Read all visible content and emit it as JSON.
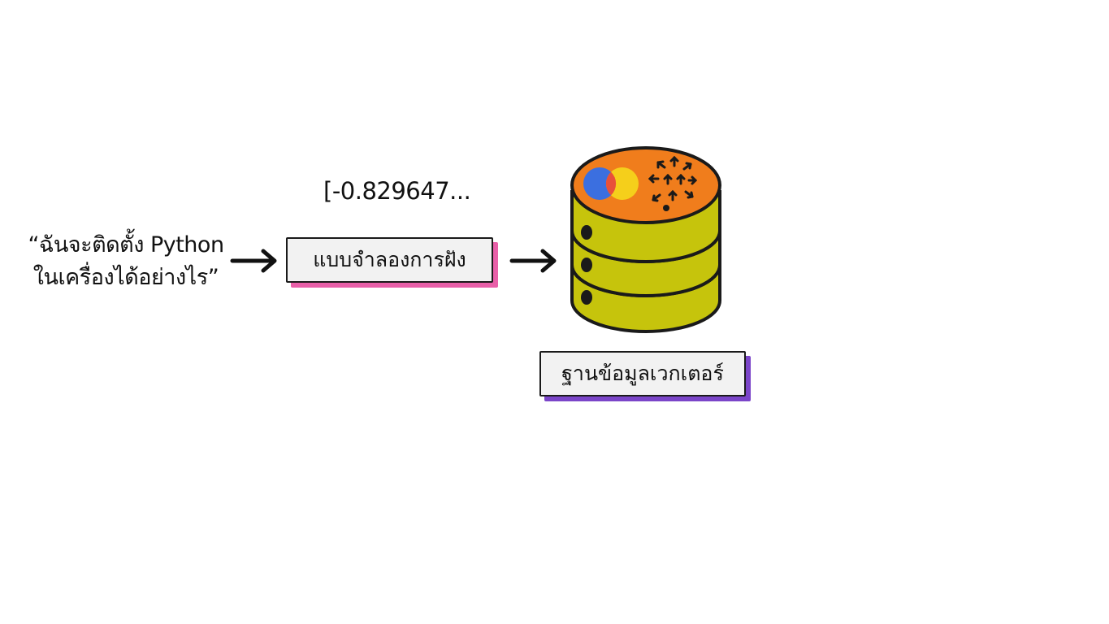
{
  "query_text": {
    "line1": "“ฉันจะติดตั้ง Python",
    "line2": "ในเครื่องได้อย่างไร”"
  },
  "vector_text": "[-0.829647...",
  "embedding_model_label": "แบบจำลองการฝัง",
  "vector_db_label": "ฐานข้อมูลเวกเตอร์",
  "icons": {
    "arrow_1": "arrow-right-icon",
    "arrow_2": "arrow-right-icon",
    "database": "database-icon",
    "logo_circles": "overlapping-circles-logo-icon",
    "logo_arrows": "arrows-cluster-logo-icon"
  },
  "colors": {
    "model_accent": "#e85fa8",
    "db_accent": "#7b45c9",
    "db_top": "#f07d1c",
    "db_body": "#c6c40c",
    "outline": "#1a1a1a",
    "logo_blue": "#3b6fe0",
    "logo_red": "#e8503a",
    "logo_yellow": "#f5cf1b"
  }
}
